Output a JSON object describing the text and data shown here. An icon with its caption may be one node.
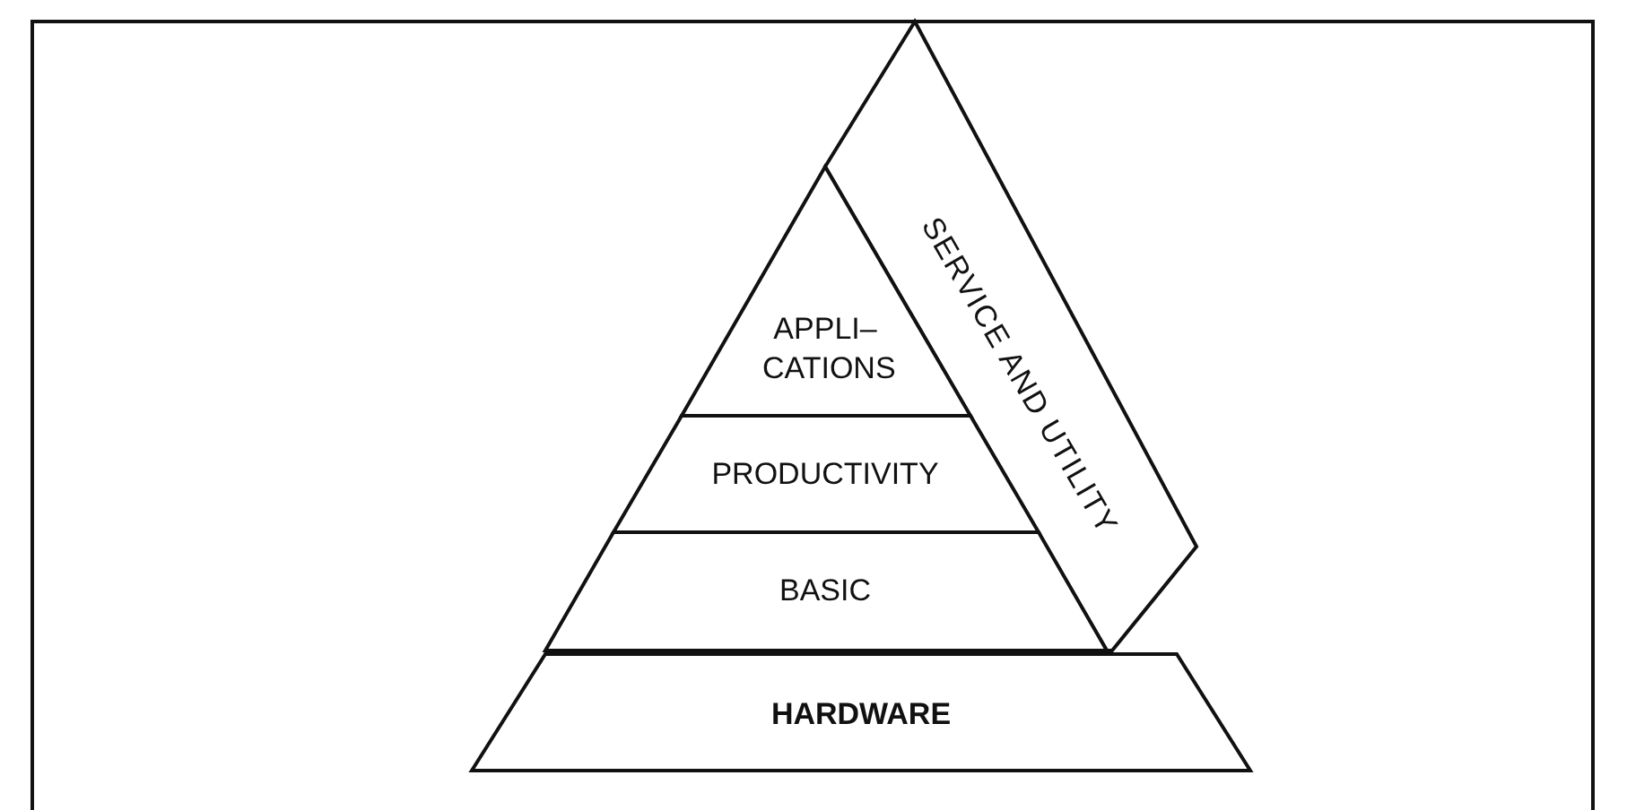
{
  "diagram": {
    "nodes": [
      {
        "text": [
          "SERVICE AND UTILITY"
        ]
      },
      {
        "text": [
          "APPLI– CATIONS"
        ]
      },
      {
        "text": [
          "PRODUCTIVITY"
        ]
      },
      {
        "text": [
          "BASIC"
        ]
      },
      {
        "text": [
          "HARDWARE"
        ]
      }
    ]
  }
}
